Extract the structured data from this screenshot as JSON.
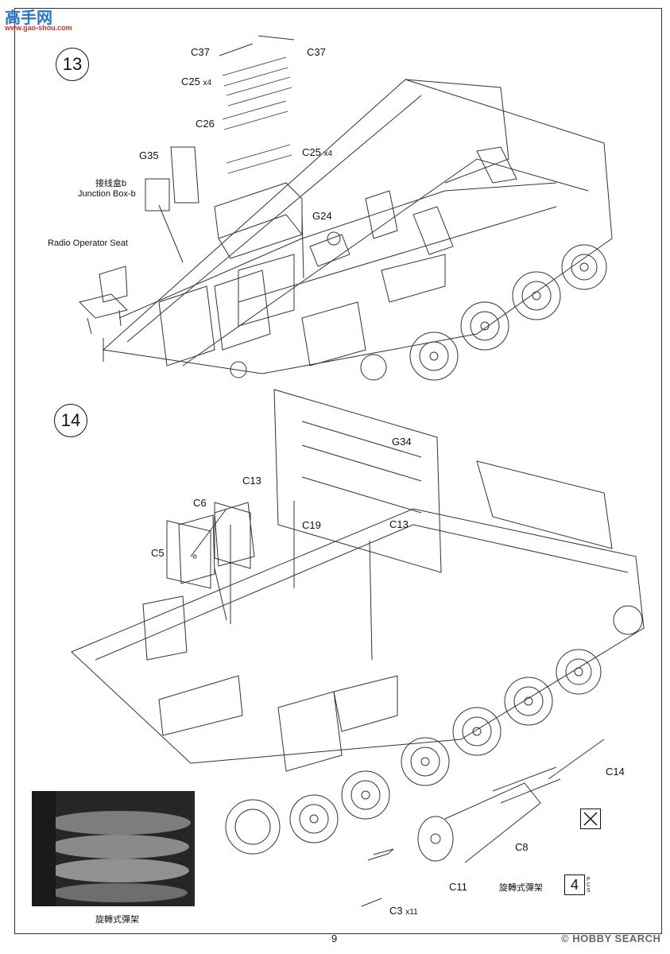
{
  "watermark": {
    "logo_cn": "高手网",
    "logo_url": "www.gao-shou.com"
  },
  "step13": {
    "number": "13",
    "labels": {
      "c37_left": "C37",
      "c37_right": "C37",
      "c25_top": "C25",
      "c25_top_qty": "x4",
      "c26": "C26",
      "c25_mid": "C25",
      "c25_mid_qty": "x4",
      "g35": "G35",
      "junction_cn": "接线盒b",
      "junction_en": "Junction Box-b",
      "g24": "G24",
      "radio_seat": "Radio Operator Seat"
    }
  },
  "step14": {
    "number": "14",
    "labels": {
      "g34": "G34",
      "c13_left": "C13",
      "c6": "C6",
      "c19": "C19",
      "c13_right": "C13",
      "c5": "C5",
      "c14": "C14",
      "c8": "C8",
      "c11": "C11",
      "c3": "C3",
      "c3_qty": "x11",
      "rack_cn": "旋轉式彈架",
      "pcs_count": "4",
      "pcs_text": "PCS",
      "photo_caption": "旋轉式彈架"
    }
  },
  "footer": {
    "page_number": "9",
    "brand": "HOBBY SEARCH",
    "copyright": "©"
  }
}
